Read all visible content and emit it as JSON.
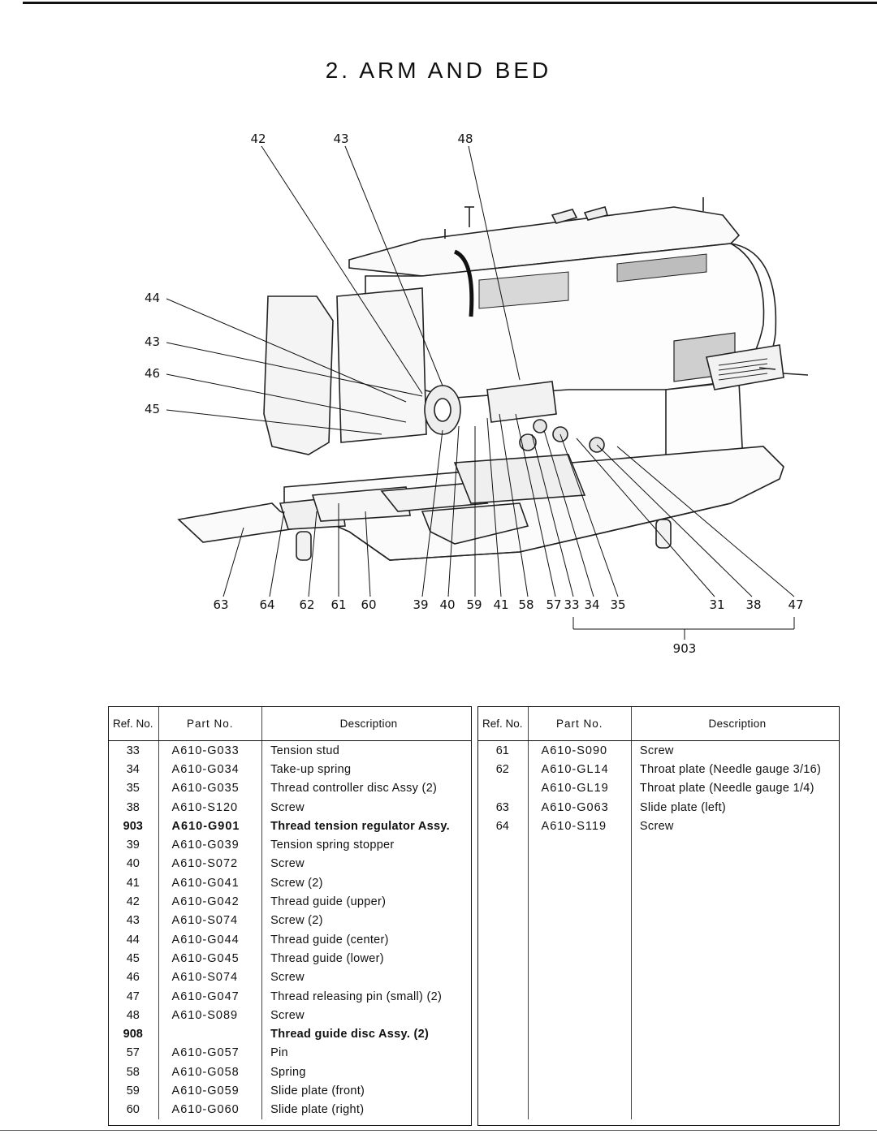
{
  "page": {
    "title": "2. ARM AND BED"
  },
  "diagram": {
    "callouts_top": [
      "42",
      "43",
      "48"
    ],
    "callouts_left": [
      "44",
      "43",
      "46",
      "45"
    ],
    "callouts_bottom": [
      "63",
      "64",
      "62",
      "61",
      "60",
      "39",
      "40",
      "59",
      "41",
      "58",
      "57",
      "33",
      "34",
      "35",
      "31",
      "38",
      "47"
    ],
    "group_label": "903"
  },
  "table_left": {
    "headers": {
      "ref": "Ref. No.",
      "part": "Part No.",
      "desc": "Description"
    },
    "rows": [
      {
        "ref": "33",
        "part": "A610-G033",
        "desc": "Tension stud",
        "bold": false
      },
      {
        "ref": "34",
        "part": "A610-G034",
        "desc": "Take-up spring",
        "bold": false
      },
      {
        "ref": "35",
        "part": "A610-G035",
        "desc": "Thread controller disc Assy (2)",
        "bold": false
      },
      {
        "ref": "38",
        "part": "A610-S120",
        "desc": "Screw",
        "bold": false
      },
      {
        "ref": "903",
        "part": "A610-G901",
        "desc": "Thread tension regulator Assy.",
        "bold": true
      },
      {
        "ref": "39",
        "part": "A610-G039",
        "desc": "Tension spring stopper",
        "bold": false
      },
      {
        "ref": "40",
        "part": "A610-S072",
        "desc": "Screw",
        "bold": false
      },
      {
        "ref": "41",
        "part": "A610-G041",
        "desc": "Screw (2)",
        "bold": false
      },
      {
        "ref": "42",
        "part": "A610-G042",
        "desc": "Thread guide (upper)",
        "bold": false
      },
      {
        "ref": "43",
        "part": "A610-S074",
        "desc": "Screw (2)",
        "bold": false
      },
      {
        "ref": "44",
        "part": "A610-G044",
        "desc": "Thread guide (center)",
        "bold": false
      },
      {
        "ref": "45",
        "part": "A610-G045",
        "desc": "Thread guide (lower)",
        "bold": false
      },
      {
        "ref": "46",
        "part": "A610-S074",
        "desc": "Screw",
        "bold": false
      },
      {
        "ref": "47",
        "part": "A610-G047",
        "desc": "Thread releasing pin (small) (2)",
        "bold": false
      },
      {
        "ref": "48",
        "part": "A610-S089",
        "desc": "Screw",
        "bold": false
      },
      {
        "ref": "908",
        "part": "",
        "desc": "Thread guide disc Assy. (2)",
        "bold": true
      },
      {
        "ref": "57",
        "part": "A610-G057",
        "desc": "Pin",
        "bold": false
      },
      {
        "ref": "58",
        "part": "A610-G058",
        "desc": "Spring",
        "bold": false
      },
      {
        "ref": "59",
        "part": "A610-G059",
        "desc": "Slide plate (front)",
        "bold": false
      },
      {
        "ref": "60",
        "part": "A610-G060",
        "desc": "Slide plate (right)",
        "bold": false
      }
    ]
  },
  "table_right": {
    "headers": {
      "ref": "Ref. No.",
      "part": "Part No.",
      "desc": "Description"
    },
    "rows": [
      {
        "ref": "61",
        "part": "A610-S090",
        "desc": "Screw"
      },
      {
        "ref": "62",
        "part": "A610-GL14",
        "desc": "Throat plate (Needle gauge 3/16)"
      },
      {
        "ref": "",
        "part": "A610-GL19",
        "desc": "Throat plate (Needle gauge 1/4)"
      },
      {
        "ref": "63",
        "part": "A610-G063",
        "desc": "Slide plate (left)"
      },
      {
        "ref": "64",
        "part": "A610-S119",
        "desc": "Screw"
      }
    ],
    "blank_rows": 15
  }
}
